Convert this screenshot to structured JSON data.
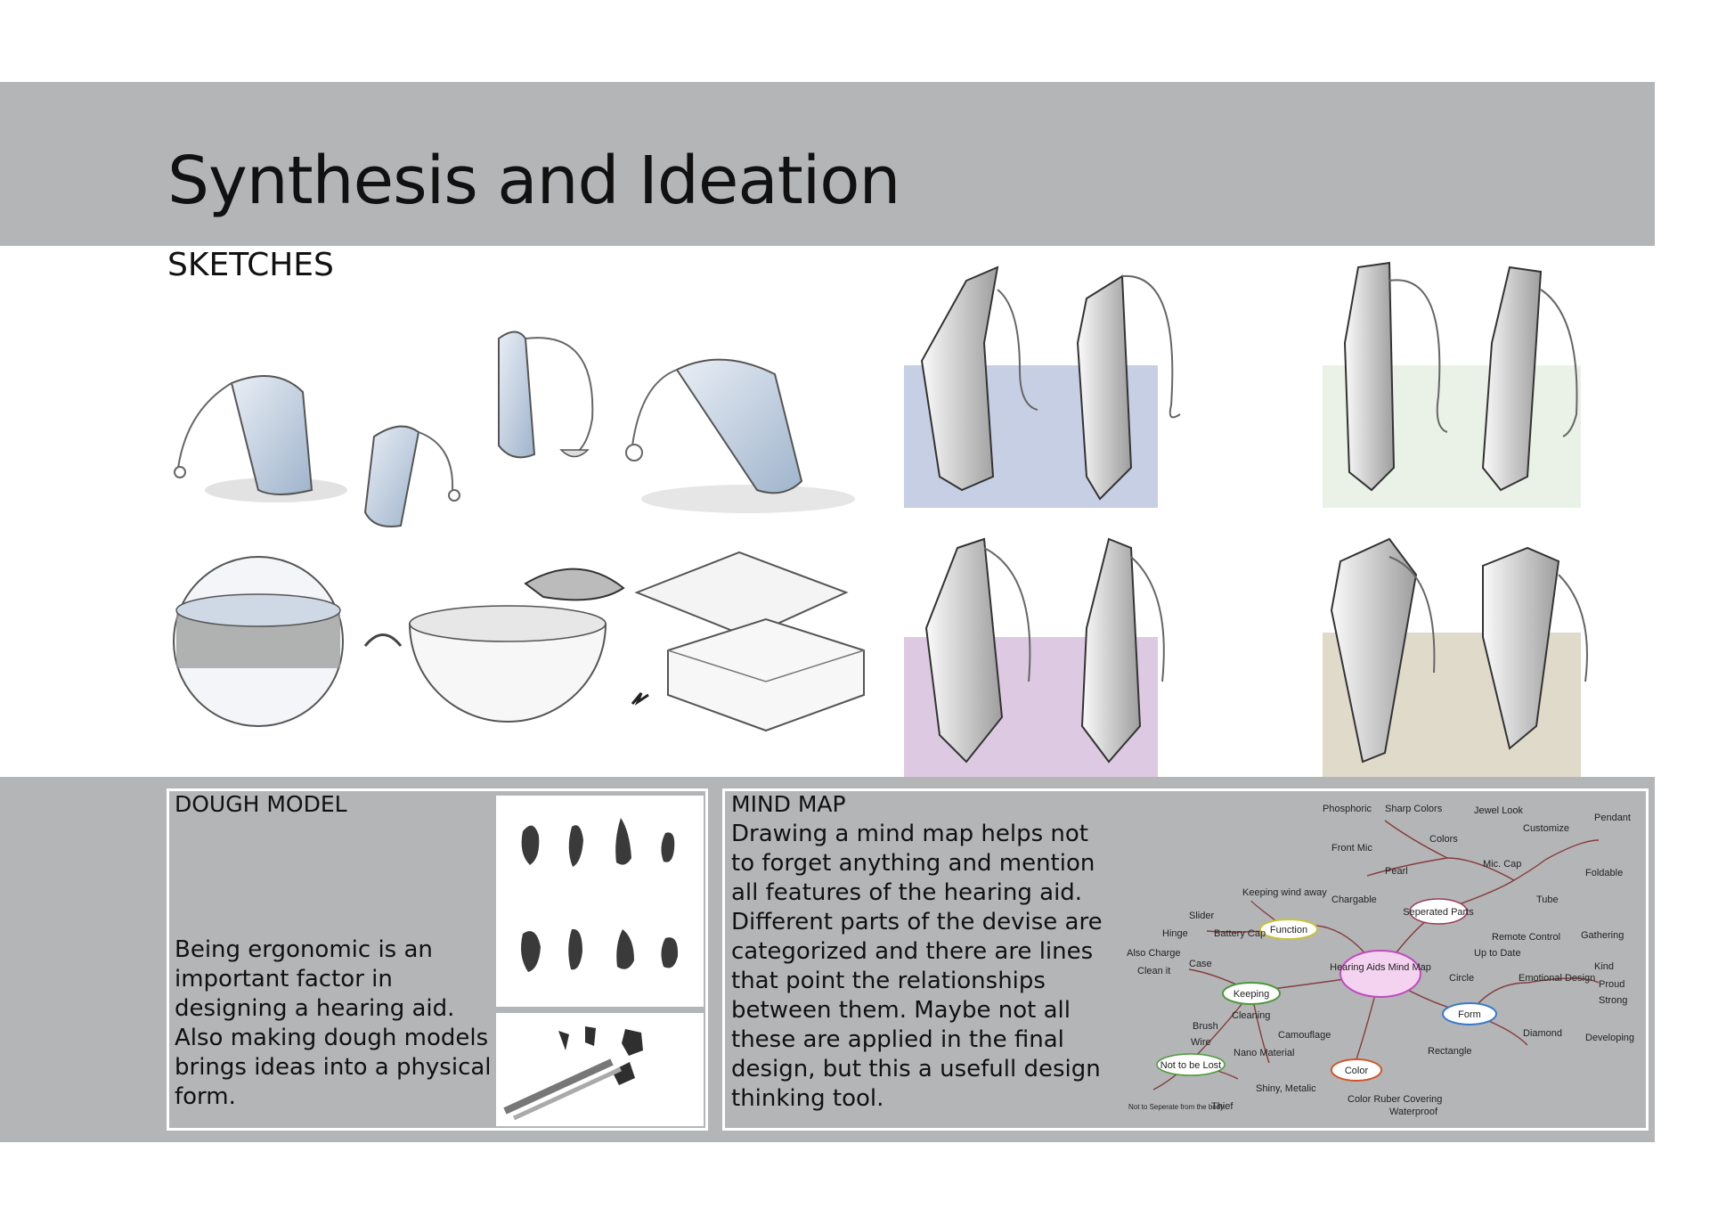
{
  "header": {
    "title": "Synthesis and Ideation",
    "subtitle": "SKETCHES"
  },
  "dough": {
    "heading": "DOUGH MODEL",
    "text": "Being ergonomic is an important factor in designing a hearing aid. Also making dough models brings ideas into a physical form."
  },
  "mindmap": {
    "heading": "MIND MAP",
    "text": "Drawing a mind map helps not to forget anything and mention all features of the hearing aid. Different parts of the devise are categorized and there are lines that point the relationships between them. Maybe not all these are applied in the final design, but this a usefull design thinking tool.",
    "center": "Hearing Aids Mind Map",
    "nodes": [
      "Phosphoric",
      "Sharp Colors",
      "Jewel Look",
      "Pendant",
      "Customize",
      "Colors",
      "Front Mic",
      "Mic. Cap",
      "Foldable",
      "Pearl",
      "Keeping wind away",
      "Chargable",
      "Tube",
      "Slider",
      "Seperated Parts",
      "Hinge",
      "Battery Cap",
      "Function",
      "Remote Control",
      "Gathering",
      "Up to Date",
      "Also Charge",
      "Case",
      "Kind",
      "Clean it",
      "Keeping",
      "Circle",
      "Emotional Design",
      "Proud",
      "Cleaning",
      "Form",
      "Strong",
      "Brush",
      "Camouflage",
      "Diamond",
      "Developing",
      "Wire",
      "Nano Material",
      "Rectangle",
      "Not to be Lost",
      "Color",
      "Shiny, Metalic",
      "Color Ruber Covering",
      "Waterproof",
      "Not to Seperate from the body",
      "Thief"
    ]
  },
  "colors": {
    "band": "#b4b5b7",
    "background": "#ffffff",
    "text": "#111111"
  }
}
